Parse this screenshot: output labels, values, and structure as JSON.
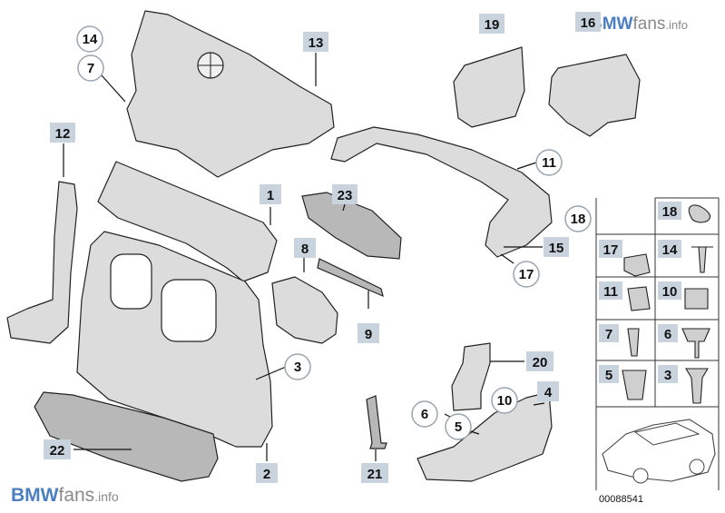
{
  "watermark_top": {
    "brand": "BMW",
    "suffix": "fans",
    "tld": ".info"
  },
  "watermark_bottom": {
    "brand": "BMW",
    "suffix": "fans",
    "tld": ".info"
  },
  "diagram_id": "00088541",
  "labels": [
    {
      "text": "14",
      "style": "circle"
    },
    {
      "text": "7",
      "style": "circle"
    },
    {
      "text": "13",
      "style": "square"
    },
    {
      "text": "12",
      "style": "square"
    },
    {
      "text": "19",
      "style": "square"
    },
    {
      "text": "16",
      "style": "square"
    },
    {
      "text": "11",
      "style": "circle"
    },
    {
      "text": "1",
      "style": "square"
    },
    {
      "text": "23",
      "style": "square"
    },
    {
      "text": "18",
      "style": "circle"
    },
    {
      "text": "15",
      "style": "square"
    },
    {
      "text": "17",
      "style": "circle"
    },
    {
      "text": "8",
      "style": "square"
    },
    {
      "text": "9",
      "style": "square"
    },
    {
      "text": "3",
      "style": "circle"
    },
    {
      "text": "20",
      "style": "square"
    },
    {
      "text": "4",
      "style": "square"
    },
    {
      "text": "10",
      "style": "circle"
    },
    {
      "text": "6",
      "style": "circle"
    },
    {
      "text": "5",
      "style": "circle"
    },
    {
      "text": "22",
      "style": "square"
    },
    {
      "text": "2",
      "style": "square"
    },
    {
      "text": "21",
      "style": "square"
    }
  ],
  "grid_labels": [
    "18",
    "17",
    "14",
    "11",
    "10",
    "7",
    "6",
    "5",
    "3"
  ],
  "colors": {
    "label_fill": "#c9d3dd",
    "watermark_blue": "#4a7fc1",
    "watermark_gray": "#8a8a8a"
  }
}
